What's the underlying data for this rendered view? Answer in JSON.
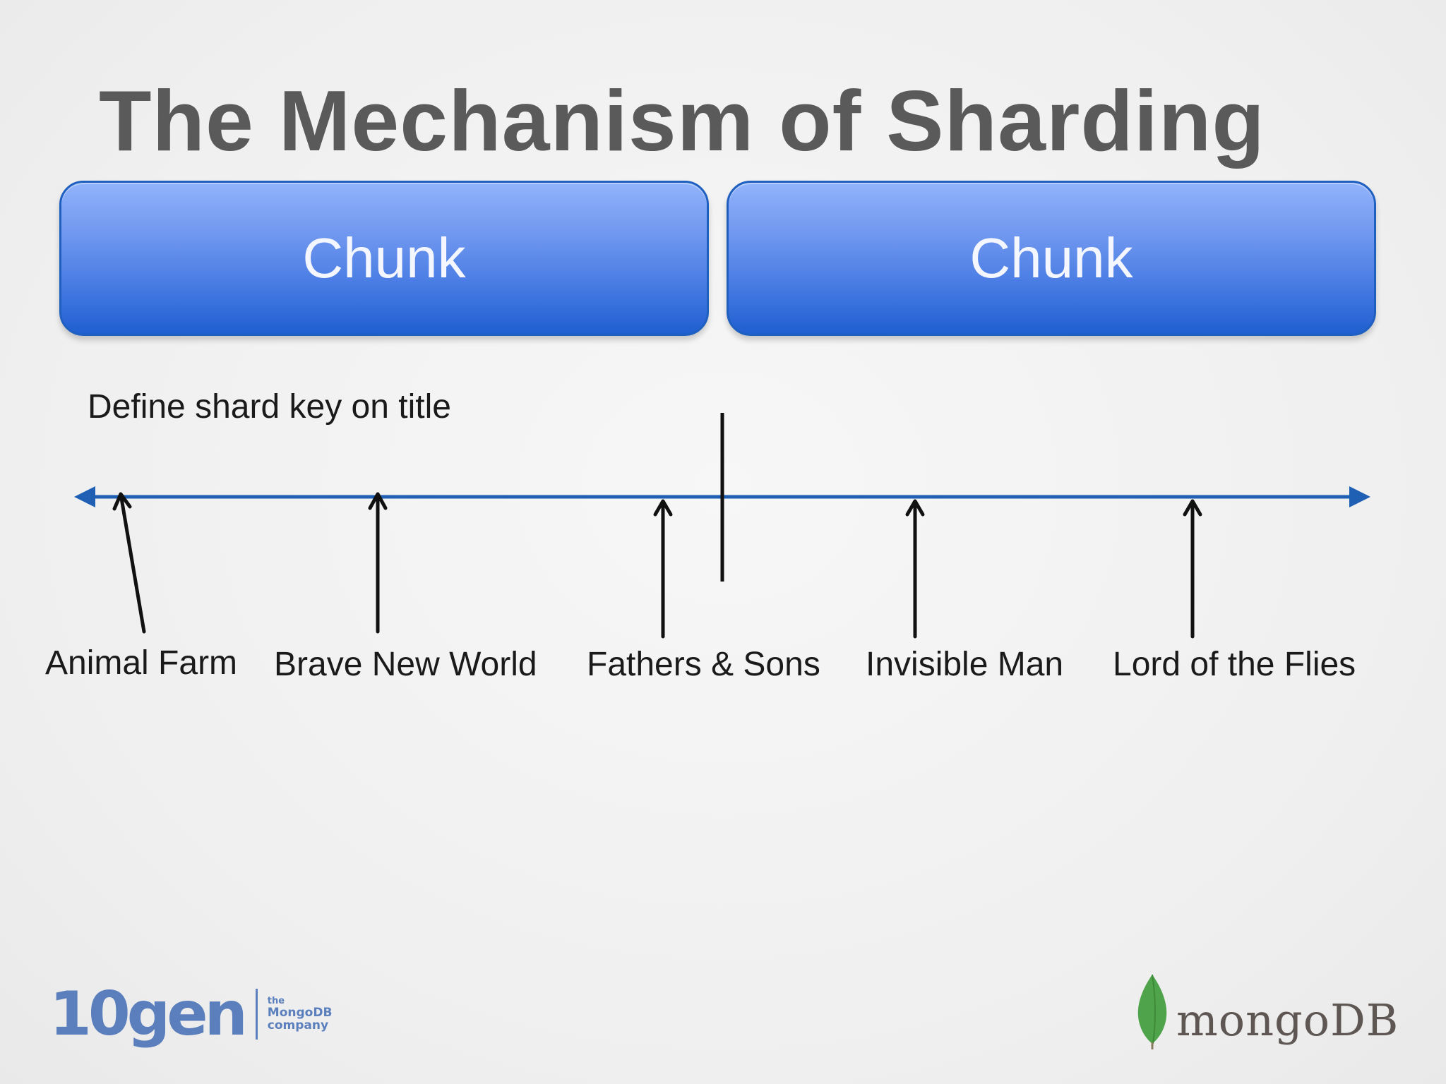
{
  "slide": {
    "title": "The Mechanism of Sharding",
    "caption": "Define shard key on title"
  },
  "chunks": [
    {
      "label": "Chunk"
    },
    {
      "label": "Chunk"
    }
  ],
  "books": [
    {
      "title": "Animal Farm"
    },
    {
      "title": "Brave New World"
    },
    {
      "title": "Fathers & Sons"
    },
    {
      "title": "Invisible Man"
    },
    {
      "title": "Lord of the Flies"
    }
  ],
  "logos": {
    "left_wordmark": "10gen",
    "left_tagline": [
      "the",
      "MongoDB",
      "company"
    ],
    "right_wordmark": "mongoDB"
  },
  "colors": {
    "title": "#5a5a5a",
    "chunk_top": "#92b3fb",
    "chunk_bottom": "#1f5fcf",
    "axis": "#1f5fb4",
    "arrows": "#111111",
    "logo_10gen": "#5a7fbc",
    "logo_leaf": "#4fa34a"
  }
}
